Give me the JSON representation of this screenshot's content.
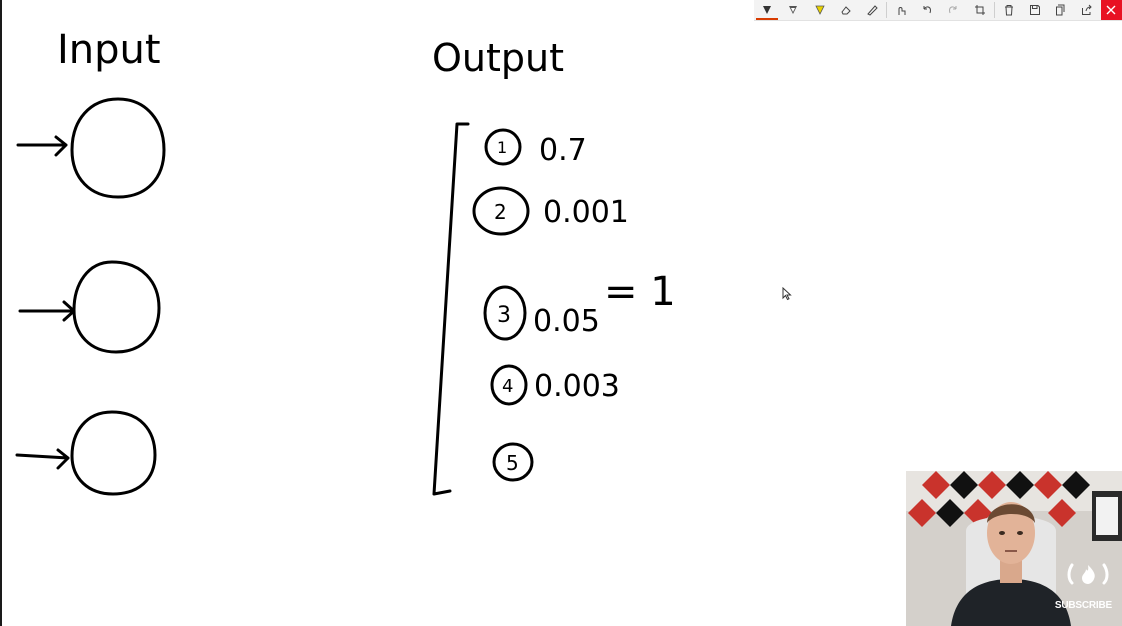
{
  "whiteboard": {
    "input_label": "Input",
    "output_label": "Output",
    "outputs": [
      {
        "index": "1",
        "value": "0.7"
      },
      {
        "index": "2",
        "value": "0.001"
      },
      {
        "index": "3",
        "value": "0.05"
      },
      {
        "index": "4",
        "value": "0.003"
      },
      {
        "index": "5",
        "value": ""
      }
    ],
    "sum_note": "= 1"
  },
  "toolbar": {
    "tools": [
      "ballpoint-pen-icon",
      "pencil-icon",
      "highlighter-icon",
      "eraser-icon",
      "ruler-icon",
      "touch-writing-icon",
      "undo-icon",
      "redo-icon",
      "crop-icon",
      "delete-icon",
      "save-icon",
      "copy-icon",
      "share-icon",
      "close-icon"
    ],
    "accent_color": "#d83b01",
    "close_color": "#e81123"
  },
  "webcam": {
    "subscribe_label": "SUBSCRIBE"
  }
}
